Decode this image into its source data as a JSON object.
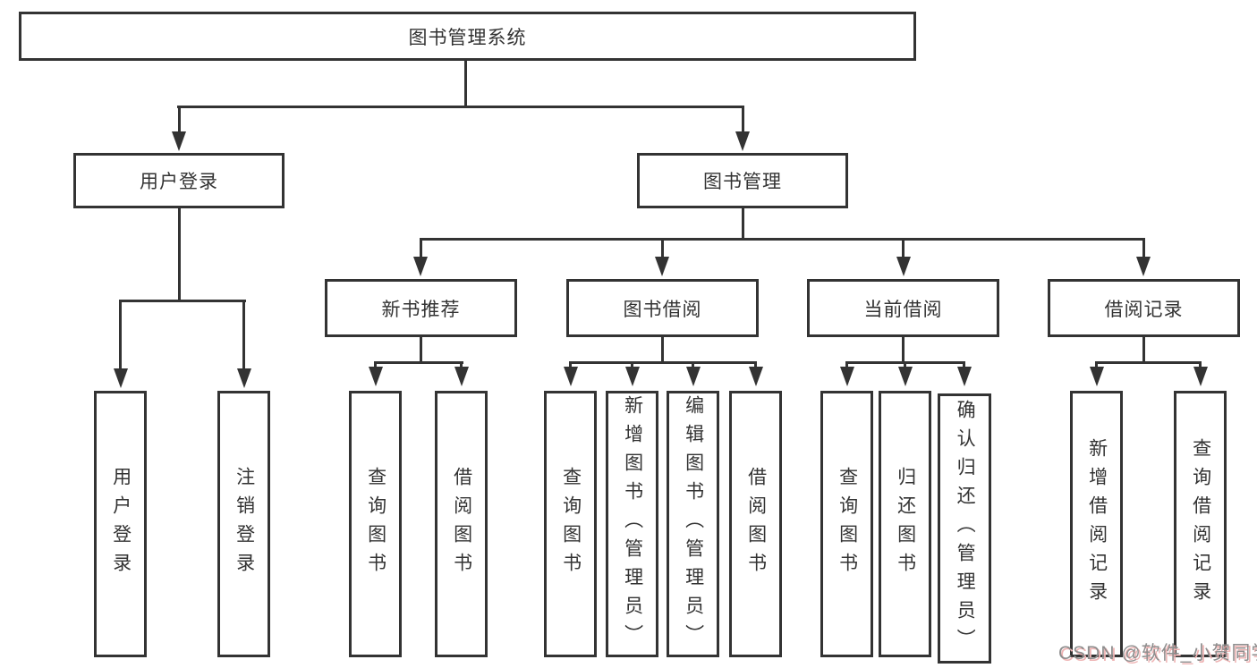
{
  "colors": {
    "background": "#ffffff",
    "line": "#333333",
    "text": "#333333",
    "watermark_text": "#8d8d8d",
    "watermark_shadow": "#eeb3b3"
  },
  "diagram": {
    "root": {
      "label": "图书管理系统"
    },
    "branches": [
      {
        "label": "用户登录",
        "children": [
          {
            "label": "用户登录"
          },
          {
            "label": "注销登录"
          }
        ]
      },
      {
        "label": "图书管理",
        "children": [
          {
            "label": "新书推荐",
            "children": [
              {
                "label": "查询图书"
              },
              {
                "label": "借阅图书"
              }
            ]
          },
          {
            "label": "图书借阅",
            "children": [
              {
                "label": "查询图书"
              },
              {
                "label": "新增图书（管理员）"
              },
              {
                "label": "编辑图书（管理员）"
              },
              {
                "label": "借阅图书"
              }
            ]
          },
          {
            "label": "当前借阅",
            "children": [
              {
                "label": "查询图书"
              },
              {
                "label": "归还图书"
              },
              {
                "label": "确认归还（管理员）"
              }
            ]
          },
          {
            "label": "借阅记录",
            "children": [
              {
                "label": "新增借阅记录"
              },
              {
                "label": "查询借阅记录"
              }
            ]
          }
        ]
      }
    ]
  },
  "watermark": {
    "text": "CSDN @软件_小贺同学"
  }
}
